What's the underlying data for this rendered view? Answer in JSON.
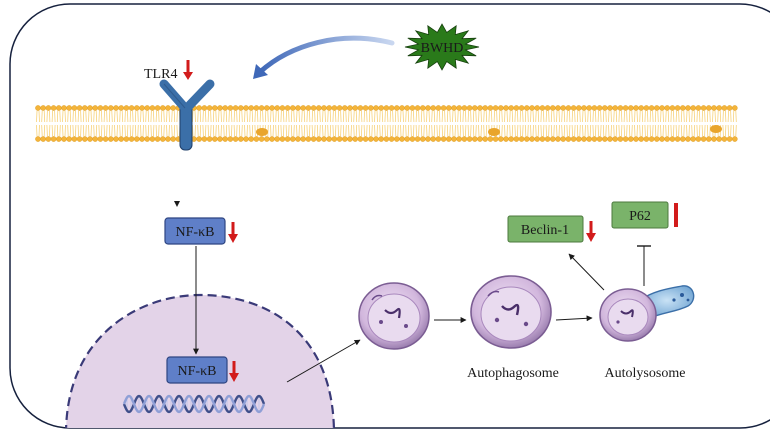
{
  "stimulus": {
    "label": "BWHD",
    "color": "#2a7a1a"
  },
  "receptor": {
    "label": "TLR4",
    "color": "#3b6fa8"
  },
  "membrane": {
    "head_color": "#f4b43a",
    "tail_color": "#f7d27a"
  },
  "nfkb_cytoplasm": {
    "label": "NF-κB"
  },
  "nfkb_nucleus": {
    "label": "NF-κB"
  },
  "box_colors": {
    "nfkb_fill": "#5f7fc8",
    "marker_fill": "#7ab36a"
  },
  "markers": [
    {
      "label": "Beclin-1",
      "trend": "down"
    },
    {
      "label": "P62",
      "trend": "up"
    }
  ],
  "vesicles": [
    {
      "label": ""
    },
    {
      "label": "Autophagosome"
    },
    {
      "label": "Autolysosome"
    }
  ],
  "indicator_color": "#d21b1b",
  "nucleus_color": "#e3d3e8",
  "dna_colors": [
    "#3f4f8a",
    "#8f9fd6"
  ]
}
